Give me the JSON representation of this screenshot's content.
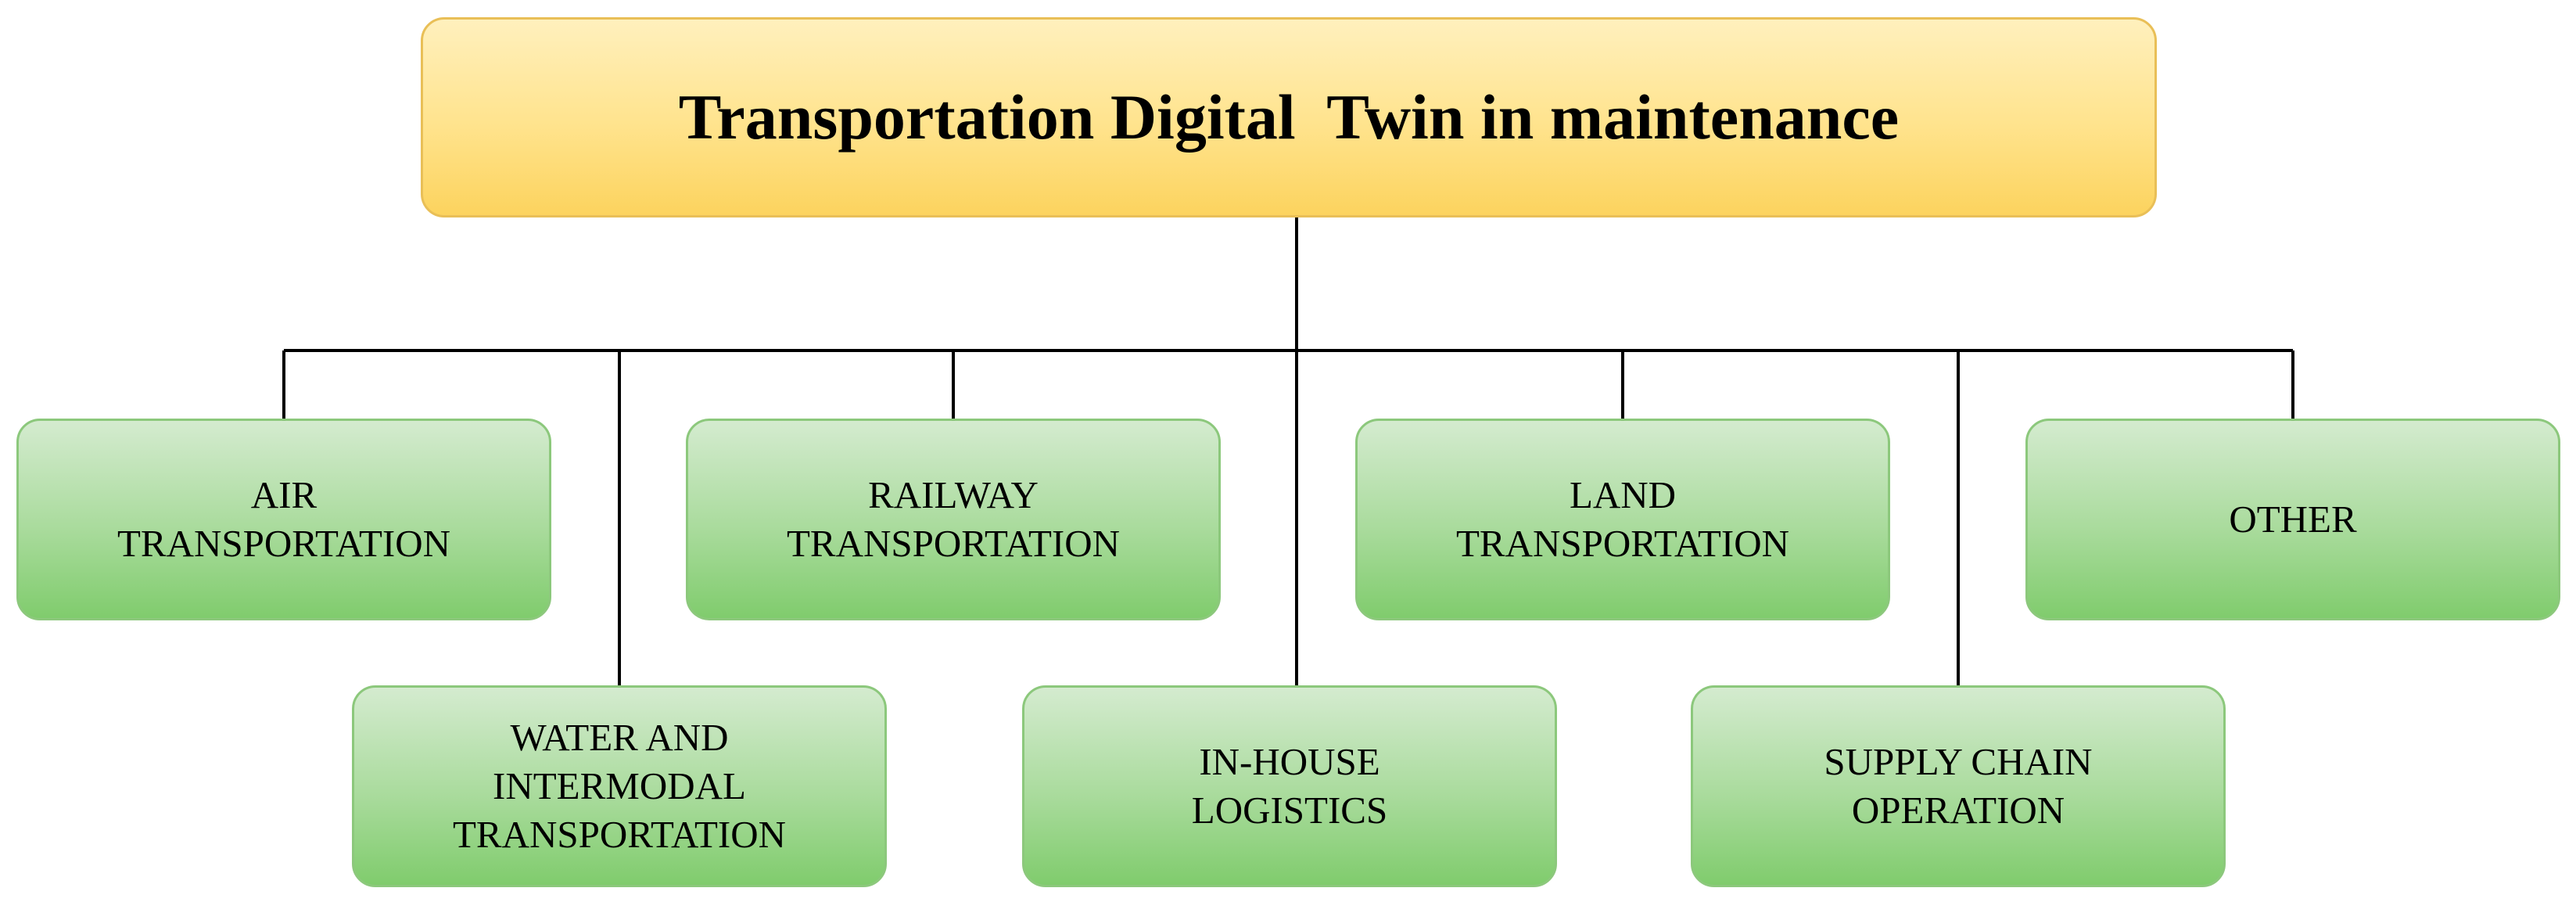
{
  "diagram": {
    "root": {
      "label": "Transportation Digital  Twin in maintenance",
      "fill_color": "#ffe38c",
      "border_color": "#e9bf57"
    },
    "children": [
      {
        "id": "air",
        "label": "AIR\nTRANSPORTATION"
      },
      {
        "id": "water",
        "label": "WATER AND\nINTERMODAL\nTRANSPORTATION"
      },
      {
        "id": "railway",
        "label": "RAILWAY\nTRANSPORTATION"
      },
      {
        "id": "inhouse",
        "label": "IN-HOUSE\nLOGISTICS"
      },
      {
        "id": "land",
        "label": "LAND\nTRANSPORTATION"
      },
      {
        "id": "supply",
        "label": "SUPPLY CHAIN\nOPERATION"
      },
      {
        "id": "other",
        "label": "OTHER"
      }
    ],
    "child_fill_color": "#a9db9c",
    "child_border_color": "#8cc87c",
    "connector_color": "#000000"
  }
}
